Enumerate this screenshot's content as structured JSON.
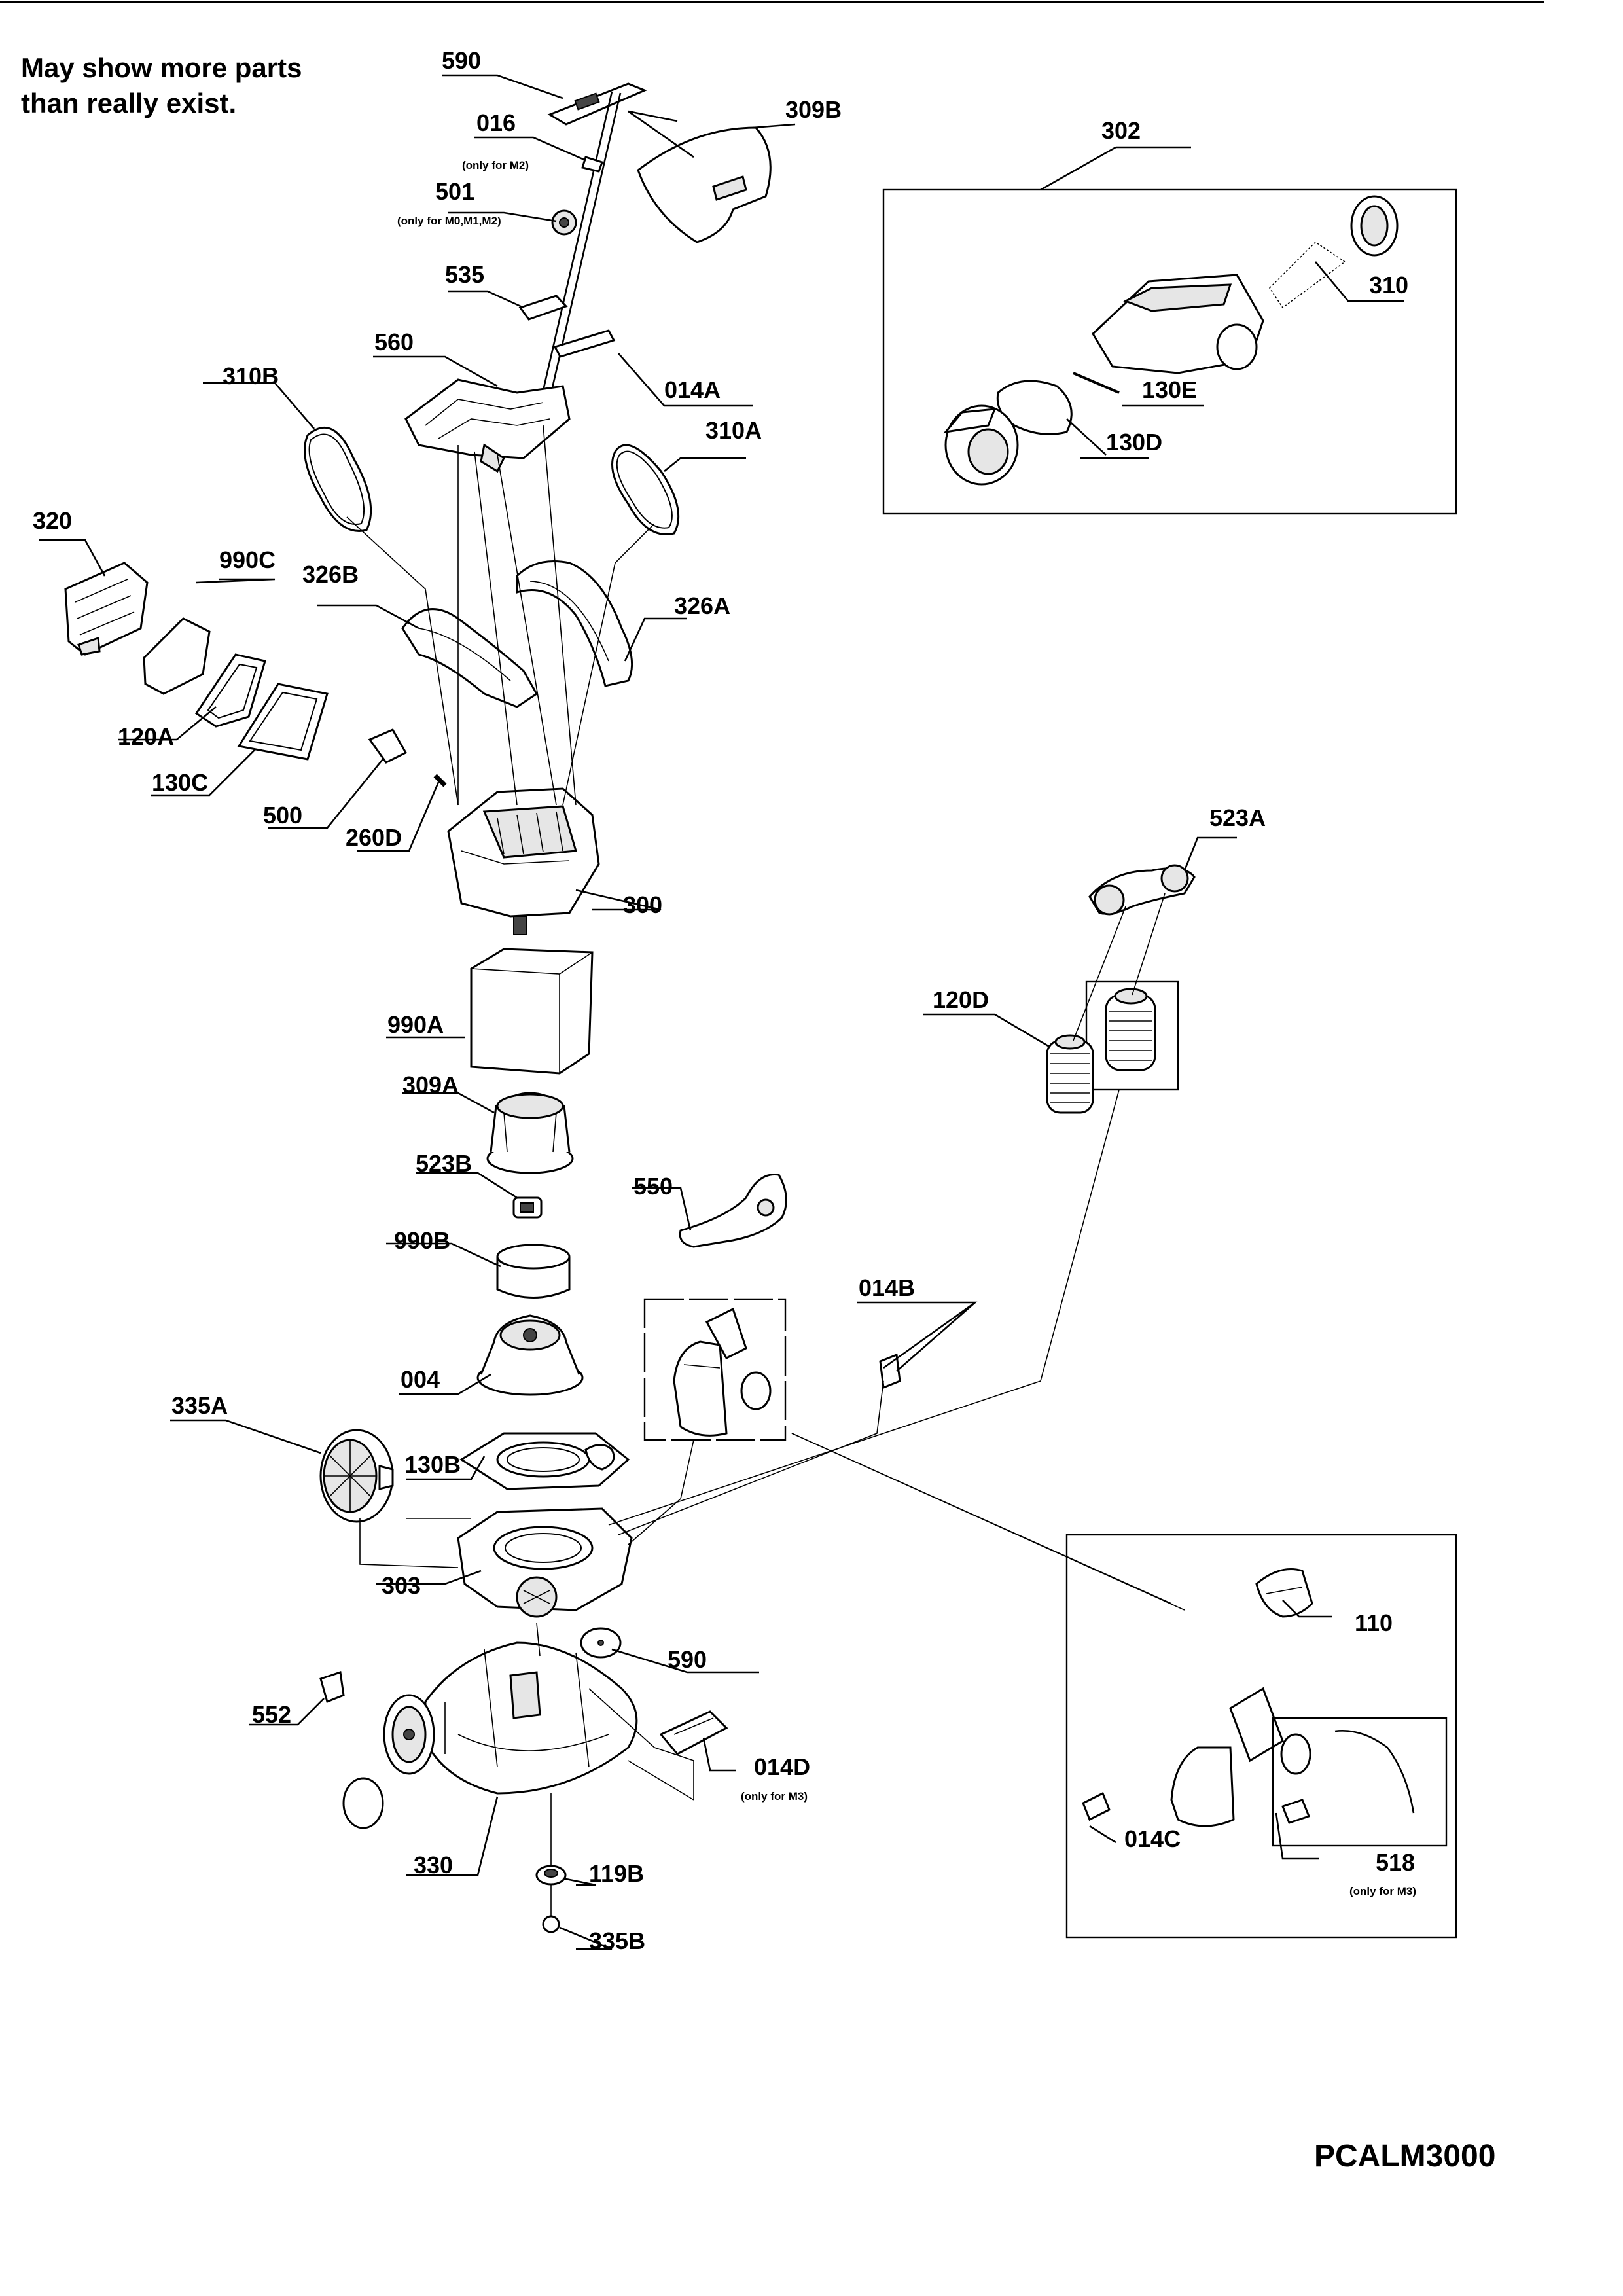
{
  "note": {
    "line1": "May show more parts",
    "line2": "than really exist."
  },
  "doc_code": "PCALM3000",
  "labels": {
    "p590_top": "590",
    "p016": "016",
    "p016_note": "(only for M2)",
    "p309b": "309B",
    "p501": "501",
    "p501_note": "(only for M0,M1,M2)",
    "p535": "535",
    "p302": "302",
    "p310": "310",
    "p130e": "130E",
    "p130d": "130D",
    "p560": "560",
    "p014a": "014A",
    "p310b": "310B",
    "p310a": "310A",
    "p320": "320",
    "p990c": "990C",
    "p326b": "326B",
    "p326a": "326A",
    "p120a": "120A",
    "p130c": "130C",
    "p500": "500",
    "p260d": "260D",
    "p300": "300",
    "p523a": "523A",
    "p990a": "990A",
    "p120d": "120D",
    "p309a": "309A",
    "p523b": "523B",
    "p550": "550",
    "p990b": "990B",
    "p014b": "014B",
    "p004": "004",
    "p335a": "335A",
    "p130b": "130B",
    "p303": "303",
    "p110": "110",
    "p590_bottom": "590",
    "p552": "552",
    "p014d": "014D",
    "p014d_note": "(only for M3)",
    "p014c": "014C",
    "p518": "518",
    "p518_note": "(only for M3)",
    "p330": "330",
    "p119b": "119B",
    "p335b": "335B"
  }
}
